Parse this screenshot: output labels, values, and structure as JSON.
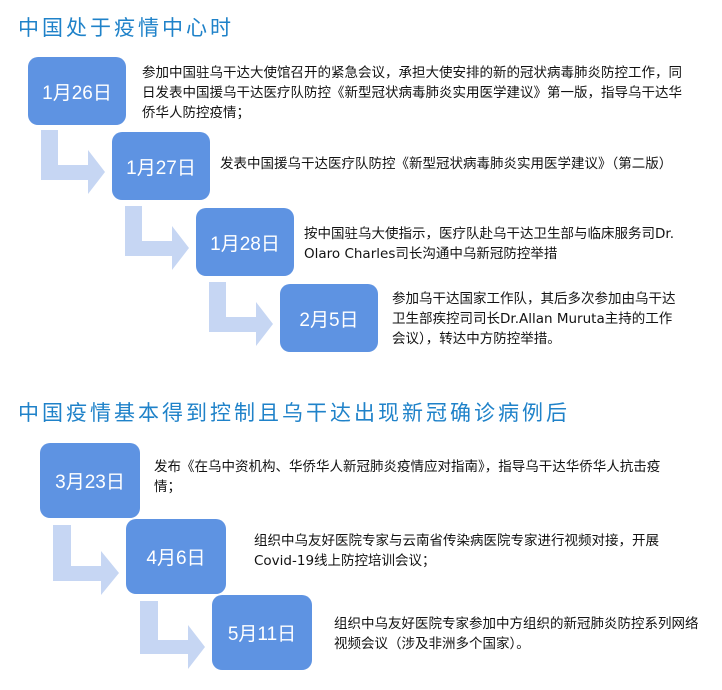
{
  "colors": {
    "box": "#5e93e2",
    "arrow": "#c6d6f3",
    "title": "#1f82c9"
  },
  "sections": [
    {
      "title": "中国处于疫情中心时",
      "events": [
        {
          "date": "1月26日",
          "text": "参加中国驻乌干达大使馆召开的紧急会议，承担大使安排的新的冠状病毒肺炎防控工作，同日发表中国援乌干达医疗队防控《新型冠状病毒肺炎实用医学建议》第一版，指导乌干达华侨华人防控疫情；"
        },
        {
          "date": "1月27日",
          "text": "发表中国援乌干达医疗队防控《新型冠状病毒肺炎实用医学建议》（第二版）"
        },
        {
          "date": "1月28日",
          "text": "按中国驻乌大使指示，医疗队赴乌干达卫生部与临床服务司Dr. Olaro Charles司长沟通中乌新冠防控举措"
        },
        {
          "date": "2月5日",
          "text": "参加乌干达国家工作队，其后多次参加由乌干达卫生部疾控司司长Dr.Allan Muruta主持的工作会议），转达中方防控举措。"
        }
      ]
    },
    {
      "title": "中国疫情基本得到控制且乌干达出现新冠确诊病例后",
      "events": [
        {
          "date": "3月23日",
          "text": "发布《在乌中资机构、华侨华人新冠肺炎疫情应对指南》，指导乌干达华侨华人抗击疫情；"
        },
        {
          "date": "4月6日",
          "text": "组织中乌友好医院专家与云南省传染病医院专家进行视频对接，开展Covid-19线上防控培训会议；"
        },
        {
          "date": "5月11日",
          "text": "组织中乌友好医院专家参加中方组织的新冠肺炎防控系列网络视频会议（涉及非洲多个国家）。"
        }
      ]
    }
  ]
}
